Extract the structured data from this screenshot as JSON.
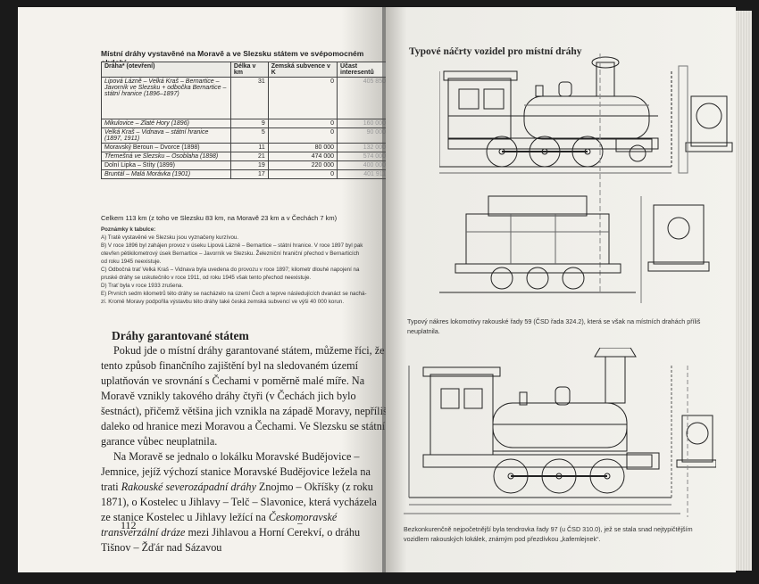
{
  "left_page": {
    "table_title": "Místní dráhy vystavěné na Moravě a ve Slezsku státem ve svépomocném období",
    "columns": [
      "Dráha* (otevření)",
      "Délka v km",
      "Zemská subvence v K",
      "Účast interesentů"
    ],
    "rows": [
      {
        "name": "Lipová Lázně – Velká Kraš – Bernartice – Javorník ve Slezsku + odbočka Bernartice – státní hranice (1896–1897)",
        "len": "31",
        "sub": "0",
        "part": "405 850"
      },
      {
        "name": "Mikulovice – Zlaté Hory (1896)",
        "len": "9",
        "sub": "0",
        "part": "160 000"
      },
      {
        "name": "Velká Kraš – Vidnava – státní hranice (1897, 1911)",
        "len": "5",
        "sub": "0",
        "part": "90 000"
      },
      {
        "name": "Moravský Beroun – Dvorce (1898)",
        "len": "11",
        "sub": "80 000",
        "part": "132 000"
      },
      {
        "name": "Třemešná ve Slezsku – Osoblaha (1898)",
        "len": "21",
        "sub": "474 000",
        "part": "574 000"
      },
      {
        "name": "Dolní Lipka – Štíty (1899)",
        "len": "19",
        "sub": "220 000",
        "part": "400 000"
      },
      {
        "name": "Bruntál – Malá Morávka (1901)",
        "len": "17",
        "sub": "0",
        "part": "401 911"
      }
    ],
    "total": "Celkem 113 km (z toho ve Slezsku 83 km, na Moravě 23 km a v Čechách 7 km)",
    "notes_head": "Poznámky k tabulce:",
    "notes": [
      "A) Tratě vystavěné ve Slezsku jsou vyznačeny kurzívou.",
      "B) V roce 1896 byl zahájen provoz v úseku Lipová Lázně – Bernartice – státní hranice. V roce 1897 byl pak",
      "otevřen pětikilometrový úsek Bernartice – Javorník ve Slezsku. Železniční hraniční přechod v Bernarticích",
      "od roku 1945 neexistuje.",
      "C) Odbočná trať Velká Kraš – Vidnava byla uvedena do provozu v roce 1897; kilometr dlouhé napojení na",
      "pruské dráhy se uskutečnilo v roce 1911, od roku 1945 však tento přechod neexistuje.",
      "D) Trať byla v roce 1933 zrušena.",
      "E) Prvních sedm kilometrů této dráhy se nacházelo na území Čech a teprve následujících dvanáct se nachá-",
      "zí. Kromě Moravy podpořila výstavbu této dráhy také česká zemská subvencí ve výši 40 000 korun."
    ],
    "section_title": "Dráhy garantované státem",
    "para1": "Pokud jde o místní dráhy garantované státem, můžeme říci, že tento způsob finančního zajištění byl na sledovaném území uplatňován ve srovnání s Čechami v poměrně malé míře. Na Moravě vznikly takového dráhy čtyři (v Čechách jich bylo šestnáct), přičemž většina jich vznikla na západě Moravy, nepříliš daleko od hranice mezi Moravou a Čechami. Ve Slezsku se státní garance vůbec neuplatnila.",
    "para2_plain1": "Na Moravě se jednalo o lokálku Moravské Budějovice – Jemnice, jejíž výchozí stanice Moravské Budějovice ležela na trati ",
    "para2_italic1": "Rakouské severozápadní dráhy",
    "para2_plain2": " Znojmo – Okříšky (z roku 1871), o Kostelec u Jihlavy – Telč – Slavonice, která vycházela ze stanice Kostelec u Jihlavy ležící na ",
    "para2_italic2": "Českomoravské transverzální dráze",
    "para2_plain3": " mezi Jihlavou a Horní Cerekví, o dráhu Tišnov – Žďár nad Sázavou",
    "page_number": "112",
    "footer_mark": "–"
  },
  "right_page": {
    "title": "Typové náčrty vozidel pro místní dráhy",
    "caption1": "Typový nákres lokomotivy rakouské řady 59 (ČSD řada 324.2), která se však na místních drahách příliš neuplatnila.",
    "caption2": "Bezkonkurenčně nejpočetnější byla tendrovka řady 97 (u ČSD 310.0), jež se stala snad nejtypičtějším vozidlem rakouských lokálek, známým pod přezdívkou „kafemlejnek“."
  }
}
